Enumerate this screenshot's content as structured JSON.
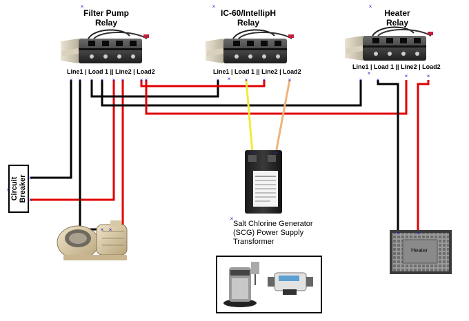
{
  "relays": [
    {
      "title_line1": "Filter Pump",
      "title_line2": "Relay",
      "terminals": "Line1 | Load 1 || Line2 | Load2"
    },
    {
      "title_line1": "IC-60/IntellipH",
      "title_line2": "Relay",
      "terminals": "Line1 | Load 1 || Line2 | Load2"
    },
    {
      "title_line1": "Heater",
      "title_line2": "Relay",
      "terminals": "Line1 | Load 1 || Line2 | Load2"
    }
  ],
  "circuit_breaker": {
    "line1": "Circuit",
    "line2": "Breaker"
  },
  "transformer": {
    "line1": "Salt Chlorine Generator",
    "line2": "(SCG) Power Supply",
    "line3": "Transformer"
  },
  "heater": {
    "label": "Heater"
  },
  "colors": {
    "hot": "#e00000",
    "neutral": "#000000",
    "yellow": "#f2ea3a",
    "orange": "#f2b27a",
    "marker": "#2222cc"
  }
}
